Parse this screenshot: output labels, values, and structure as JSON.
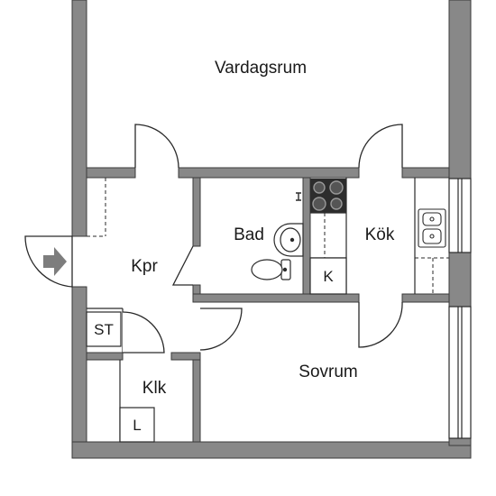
{
  "rooms": {
    "living": "Vardagsrum",
    "hall": "Kpr",
    "bath": "Bad",
    "kitchen": "Kök",
    "bedroom": "Sovrum",
    "closet": "Klk"
  },
  "fixtures": {
    "storage": "ST",
    "fridge": "K",
    "linen": "L"
  },
  "colors": {
    "wall": "#888888",
    "wall_outline": "#3a3a3a",
    "line": "#2a2a2a",
    "background": "#ffffff"
  },
  "icons": [
    "entry-arrow-icon",
    "stove-icon",
    "sink-icon",
    "washbasin-icon",
    "toilet-icon"
  ]
}
